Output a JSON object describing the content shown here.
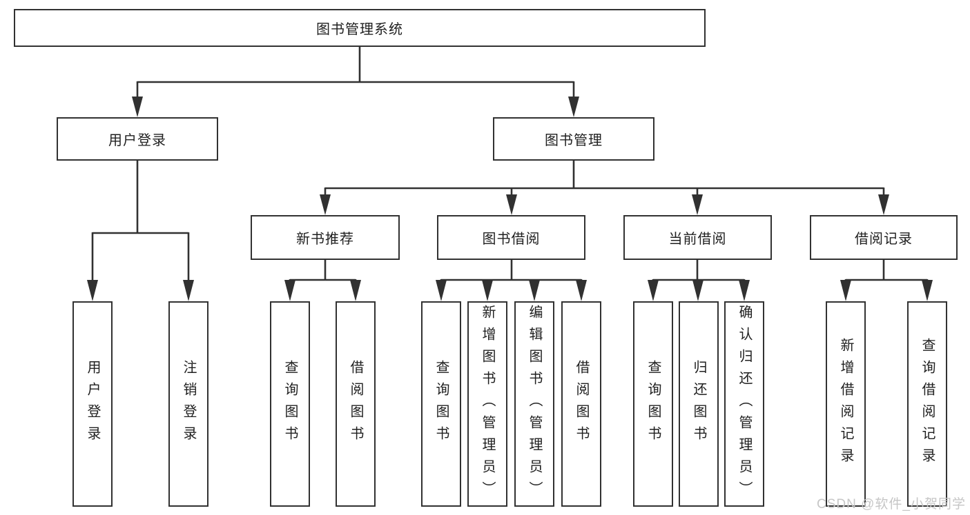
{
  "tree": {
    "label": "图书管理系统",
    "children": [
      {
        "label": "用户登录",
        "children": [
          {
            "label": "用户登录"
          },
          {
            "label": "注销登录"
          }
        ]
      },
      {
        "label": "图书管理",
        "children": [
          {
            "label": "新书推荐",
            "children": [
              {
                "label": "查询图书"
              },
              {
                "label": "借阅图书"
              }
            ]
          },
          {
            "label": "图书借阅",
            "children": [
              {
                "label": "查询图书"
              },
              {
                "label": "新增图书（管理员）"
              },
              {
                "label": "编辑图书（管理员）"
              },
              {
                "label": "借阅图书"
              }
            ]
          },
          {
            "label": "当前借阅",
            "children": [
              {
                "label": "查询图书"
              },
              {
                "label": "归还图书"
              },
              {
                "label": "确认归还（管理员）"
              }
            ]
          },
          {
            "label": "借阅记录",
            "children": [
              {
                "label": "新增借阅记录"
              },
              {
                "label": "查询借阅记录"
              }
            ]
          }
        ]
      }
    ]
  },
  "watermark": {
    "text": "CSDN @软件_小贺同学"
  },
  "colors": {
    "line": "#313131",
    "text": "#1f1f1f",
    "watermark": "#c6c6c6",
    "background": "#ffffff"
  }
}
